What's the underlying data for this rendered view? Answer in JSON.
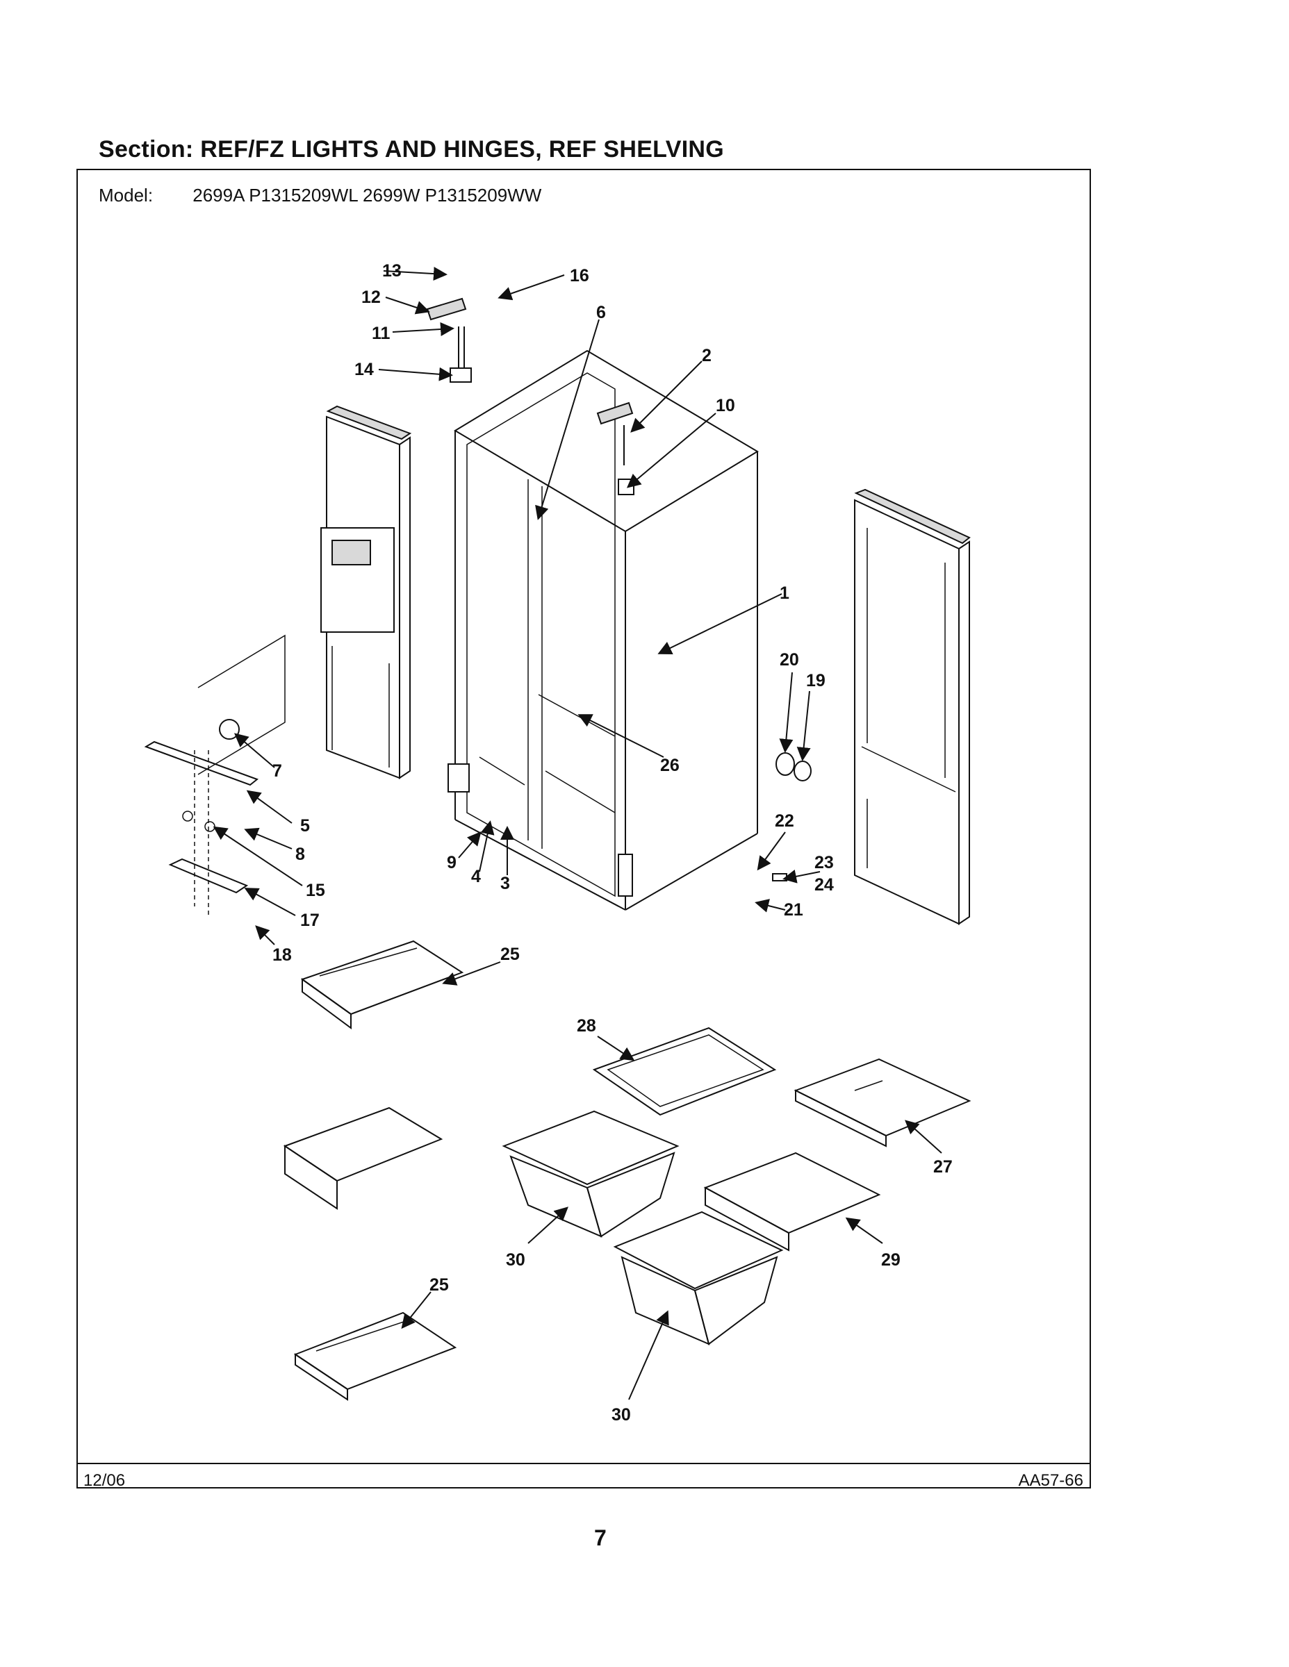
{
  "section": {
    "label": "Section:",
    "title": "REF/FZ LIGHTS AND HINGES, REF SHELVING"
  },
  "model": {
    "label": "Model:",
    "value": "2699A P1315209WL 2699W P1315209WW"
  },
  "footer": {
    "date": "12/06",
    "code": "AA57-66"
  },
  "page_number": "7",
  "callouts": {
    "c1": "1",
    "c2": "2",
    "c3": "3",
    "c4": "4",
    "c5": "5",
    "c6": "6",
    "c7": "7",
    "c8": "8",
    "c9": "9",
    "c10": "10",
    "c11": "11",
    "c12": "12",
    "c13": "13",
    "c14": "14",
    "c15": "15",
    "c16": "16",
    "c17": "17",
    "c18": "18",
    "c19": "19",
    "c20": "20",
    "c21": "21",
    "c22": "22",
    "c23": "23",
    "c24": "24",
    "c25a": "25",
    "c25b": "25",
    "c26": "26",
    "c27": "27",
    "c28": "28",
    "c29": "29",
    "c30a": "30",
    "c30b": "30"
  }
}
